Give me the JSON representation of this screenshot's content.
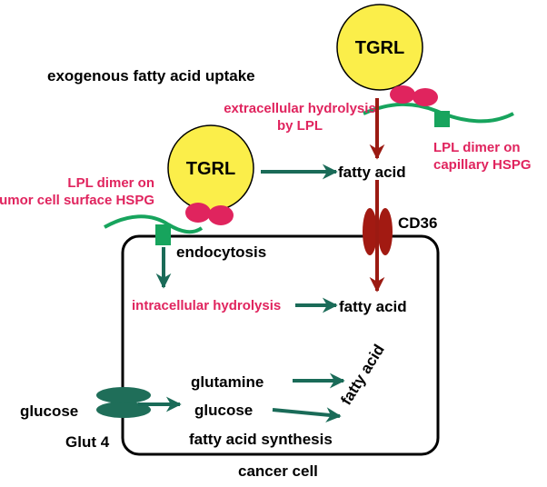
{
  "labels": {
    "tgrl_top": "TGRL",
    "tgrl_left": "TGRL",
    "uptake_title": "exogenous fatty acid uptake",
    "extracellular_line1": "extracellular hydrolysis",
    "extracellular_line2": "by LPL",
    "lpl_capillary_line1": "LPL dimer on",
    "lpl_capillary_line2": "capillary HSPG",
    "lpl_tumor_line1": "LPL dimer on",
    "lpl_tumor_line2": "tumor cell surface HSPG",
    "fatty_acid_top": "fatty acid",
    "cd36": "CD36",
    "endocytosis": "endocytosis",
    "intracellular": "intracellular hydrolysis",
    "fatty_acid_mid": "fatty acid",
    "glutamine": "glutamine",
    "glucose_in": "glucose",
    "glucose_out": "glucose",
    "glut4": "Glut 4",
    "fa_synthesis": "fatty acid synthesis",
    "fatty_acid_rot": "fatty acid",
    "cancer_cell": "cancer cell"
  },
  "colors": {
    "tgrl_fill": "#fbee4a",
    "lpl_pink": "#e0245e",
    "hspg_green": "#17a45d",
    "arrow_teal": "#1a6b58",
    "arrow_darkred": "#9b1a12",
    "transporter_red": "#a21a12",
    "glut_teal": "#1f6e59"
  }
}
